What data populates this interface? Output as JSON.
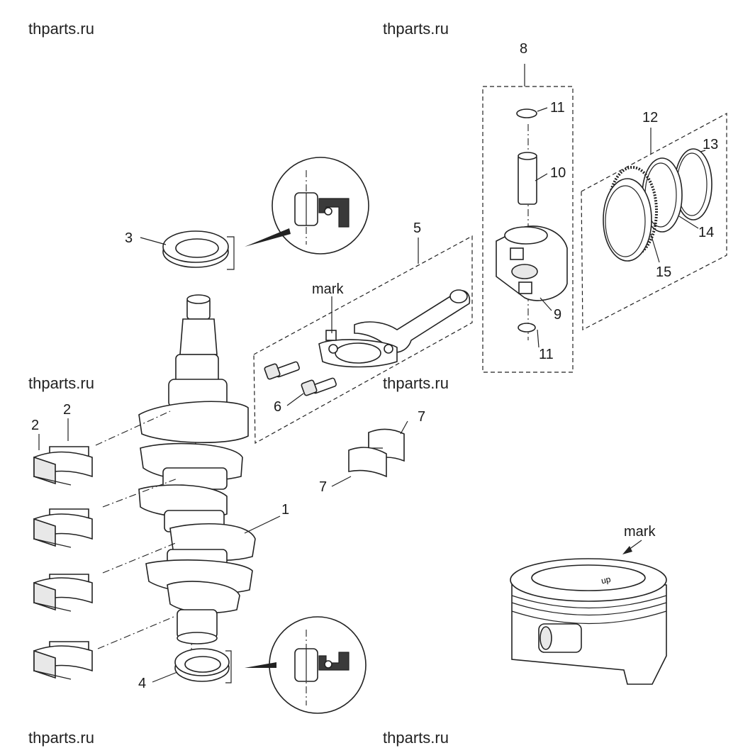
{
  "watermarks": [
    {
      "text": "thparts.ru"
    },
    {
      "text": "thparts.ru"
    },
    {
      "text": "thparts.ru"
    },
    {
      "text": "thparts.ru"
    },
    {
      "text": "thparts.ru"
    },
    {
      "text": "thparts.ru"
    }
  ],
  "callouts": {
    "c1": "1",
    "c2a": "2",
    "c2b": "2",
    "c3": "3",
    "c4": "4",
    "c5": "5",
    "c6": "6",
    "c7a": "7",
    "c7b": "7",
    "c8": "8",
    "c9": "9",
    "c10": "10",
    "c11a": "11",
    "c11b": "11",
    "c12": "12",
    "c13": "13",
    "c14": "14",
    "c15": "15",
    "mark_rod": "mark",
    "mark_piston": "mark"
  },
  "piston_detail": {
    "crown_text": "up"
  }
}
